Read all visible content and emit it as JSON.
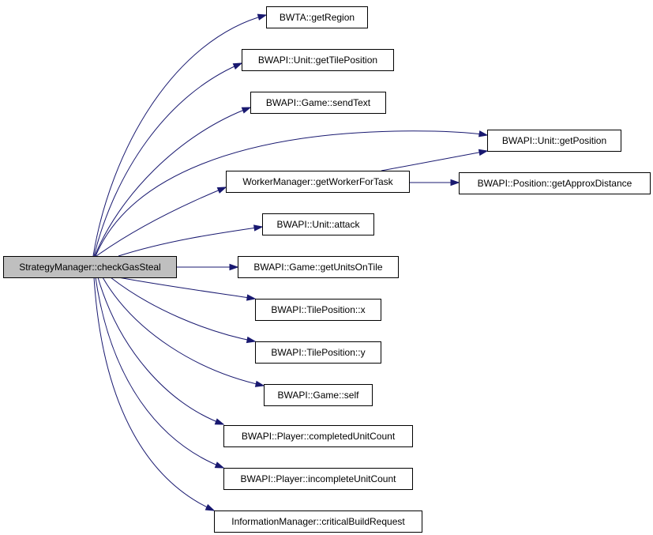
{
  "root": {
    "id": "root",
    "label": "StrategyManager::checkGasSteal"
  },
  "nodes": [
    {
      "id": "getRegion",
      "label": "BWTA::getRegion"
    },
    {
      "id": "getTilePosition",
      "label": "BWAPI::Unit::getTilePosition"
    },
    {
      "id": "sendText",
      "label": "BWAPI::Game::sendText"
    },
    {
      "id": "getPosition",
      "label": "BWAPI::Unit::getPosition"
    },
    {
      "id": "getWorkerForTask",
      "label": "WorkerManager::getWorkerForTask"
    },
    {
      "id": "getApproxDistance",
      "label": "BWAPI::Position::getApproxDistance"
    },
    {
      "id": "attack",
      "label": "BWAPI::Unit::attack"
    },
    {
      "id": "getUnitsOnTile",
      "label": "BWAPI::Game::getUnitsOnTile"
    },
    {
      "id": "tileX",
      "label": "BWAPI::TilePosition::x"
    },
    {
      "id": "tileY",
      "label": "BWAPI::TilePosition::y"
    },
    {
      "id": "self",
      "label": "BWAPI::Game::self"
    },
    {
      "id": "completedUnitCount",
      "label": "BWAPI::Player::completedUnitCount"
    },
    {
      "id": "incompleteUnitCount",
      "label": "BWAPI::Player::incompleteUnitCount"
    },
    {
      "id": "criticalBuildRequest",
      "label": "InformationManager::criticalBuildRequest"
    }
  ],
  "edges": [
    {
      "from": "root",
      "to": "getRegion"
    },
    {
      "from": "root",
      "to": "getTilePosition"
    },
    {
      "from": "root",
      "to": "sendText"
    },
    {
      "from": "root",
      "to": "getPosition"
    },
    {
      "from": "root",
      "to": "getWorkerForTask"
    },
    {
      "from": "getWorkerForTask",
      "to": "getPosition"
    },
    {
      "from": "getWorkerForTask",
      "to": "getApproxDistance"
    },
    {
      "from": "root",
      "to": "attack"
    },
    {
      "from": "root",
      "to": "getUnitsOnTile"
    },
    {
      "from": "root",
      "to": "tileX"
    },
    {
      "from": "root",
      "to": "tileY"
    },
    {
      "from": "root",
      "to": "self"
    },
    {
      "from": "root",
      "to": "completedUnitCount"
    },
    {
      "from": "root",
      "to": "incompleteUnitCount"
    },
    {
      "from": "root",
      "to": "criticalBuildRequest"
    }
  ],
  "colors": {
    "edge": "#191970",
    "root_fill": "#bfbfbf",
    "node_fill": "#ffffff",
    "node_border": "#000000"
  }
}
